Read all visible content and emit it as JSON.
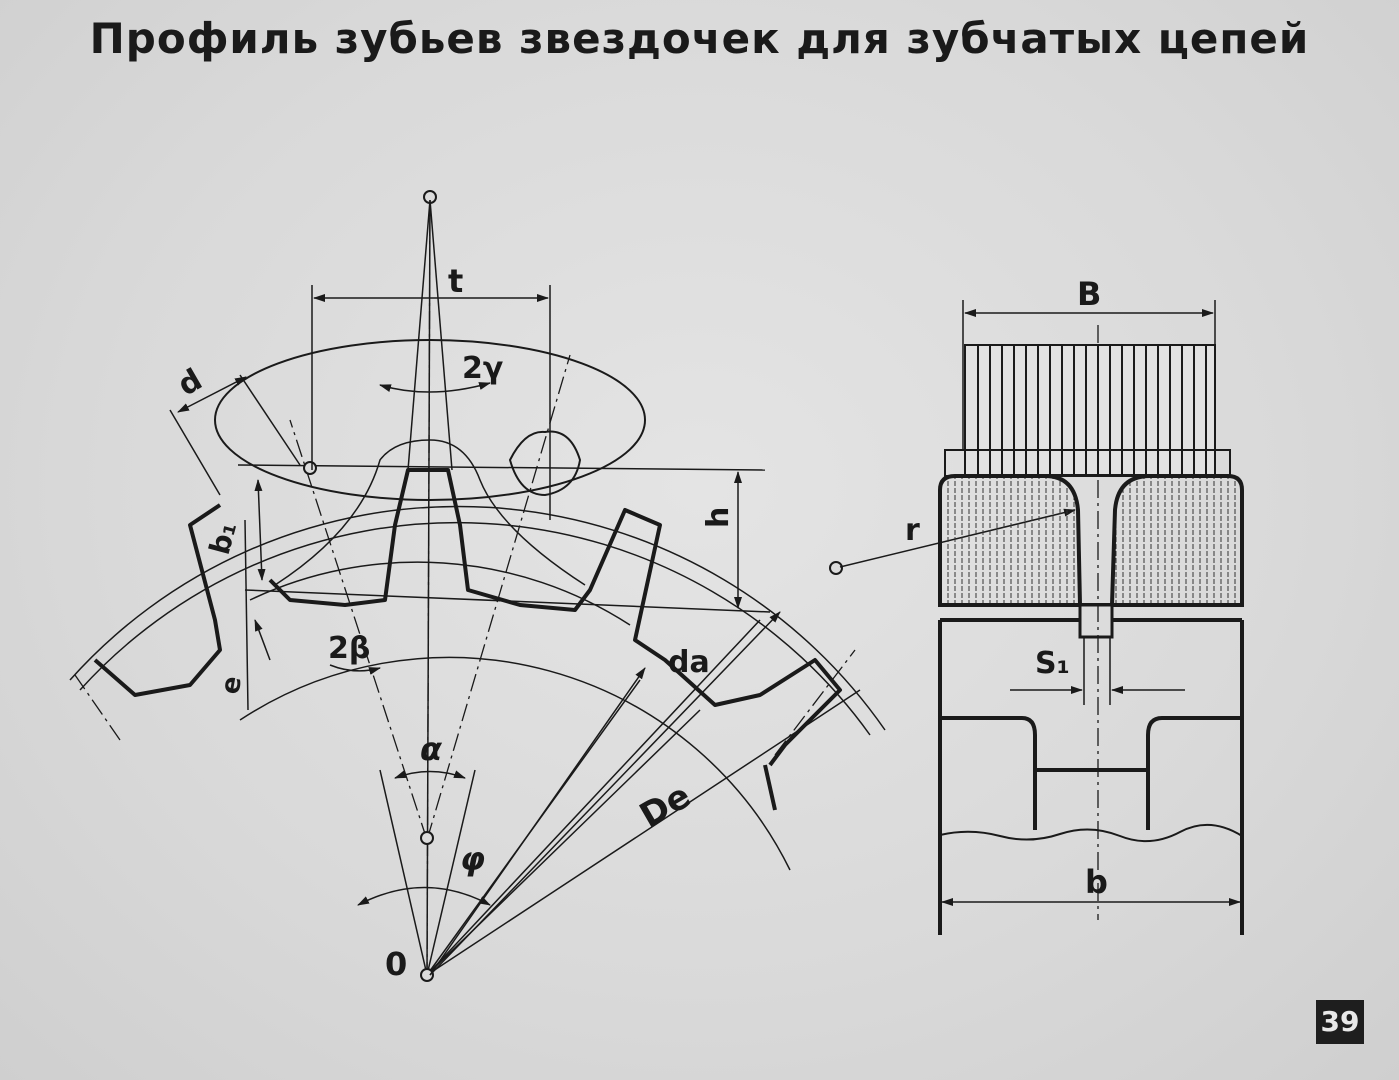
{
  "title": "Профиль зубьев звездочек для зубчатых цепей",
  "page_number": "39",
  "labels": {
    "t": "t",
    "two_gamma": "2γ",
    "d": "d",
    "h": "h",
    "b1": "b₁",
    "e": "e",
    "two_beta": "2β",
    "alpha": "α",
    "phi": "φ",
    "o": "0",
    "da": "dа",
    "de": "Dе",
    "r": "r",
    "B": "B",
    "S1": "S₁",
    "b": "b"
  },
  "colors": {
    "ink": "#1a1a1a",
    "paper": "#dcdcdc",
    "badge": "#1e1e1e"
  }
}
